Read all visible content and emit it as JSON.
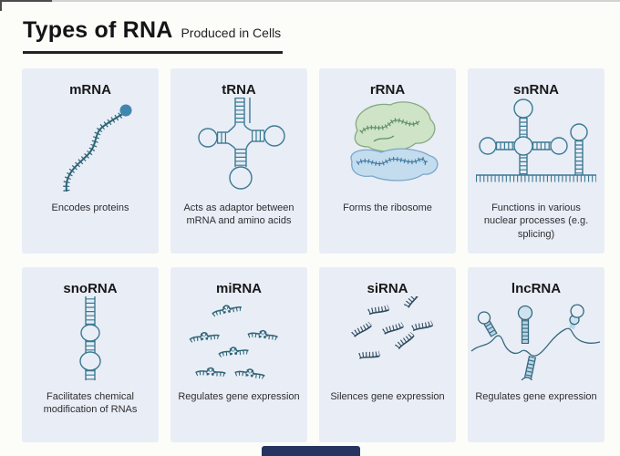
{
  "page": {
    "title": "Types of RNA",
    "subtitle": "Produced in Cells"
  },
  "colors": {
    "card_bg": "#e9edf6",
    "accent_teal": "#3a7a93",
    "strand_teal_dark": "#2d6577",
    "sirna_navy": "#2c4a5e",
    "mrna_cap_blue": "#4186ae",
    "ribosome_green_fill": "#cfe3c7",
    "ribosome_green_stroke": "#84ab80",
    "ribosome_blue_fill": "#c3dcee",
    "ribosome_blue_stroke": "#79a7ca",
    "underline_dark": "#232325",
    "bottom_bar_navy": "#26345f"
  },
  "cards": [
    {
      "name": "mRNA",
      "description": "Encodes proteins",
      "icon": "mrna-strand-icon"
    },
    {
      "name": "tRNA",
      "description": "Acts as adaptor between mRNA and amino acids",
      "icon": "trna-cloverleaf-icon"
    },
    {
      "name": "rRNA",
      "description": "Forms the ribosome",
      "icon": "ribosome-icon"
    },
    {
      "name": "snRNA",
      "description": "Functions in various nuclear processes (e.g. splicing)",
      "icon": "snrna-stemloop-icon"
    },
    {
      "name": "snoRNA",
      "description": "Facilitates chemical modification of RNAs",
      "icon": "snorna-hairpin-icon"
    },
    {
      "name": "miRNA",
      "description": "Regulates gene expression",
      "icon": "mirna-fragments-icon"
    },
    {
      "name": "siRNA",
      "description": "Silences gene expression",
      "icon": "sirna-fragments-icon"
    },
    {
      "name": "lncRNA",
      "description": "Regulates gene expression",
      "icon": "lncrna-strand-icon"
    }
  ]
}
